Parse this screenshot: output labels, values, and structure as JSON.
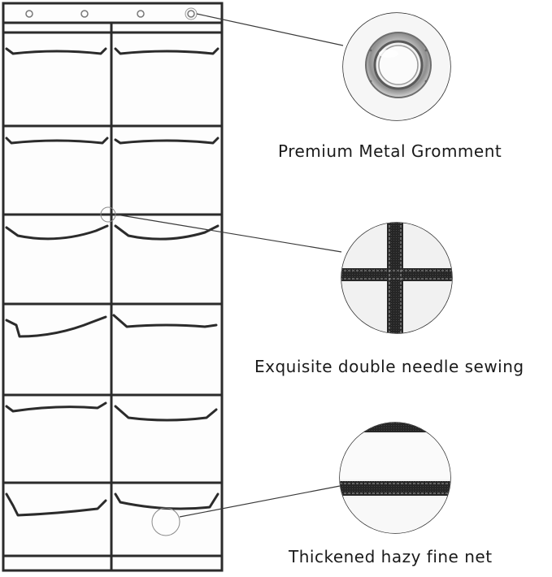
{
  "colors": {
    "background": "#ffffff",
    "trim": "#2b2b2b",
    "pocket_fill": "#fbfbfb",
    "leader_line": "#3a3a3a",
    "metal_outer": "#b8b8b8",
    "metal_inner": "#e8e8e8"
  },
  "product": {
    "icon": "shoe-organizer-icon",
    "grommet_count": 4,
    "pocket_rows": 6,
    "pocket_columns": 2
  },
  "callouts": [
    {
      "caption": "Premium Metal Gromment",
      "icon": "grommet-detail-icon"
    },
    {
      "caption": "Exquisite double needle sewing",
      "icon": "stitching-detail-icon"
    },
    {
      "caption": "Thickened hazy fine net",
      "icon": "net-edge-detail-icon"
    }
  ]
}
